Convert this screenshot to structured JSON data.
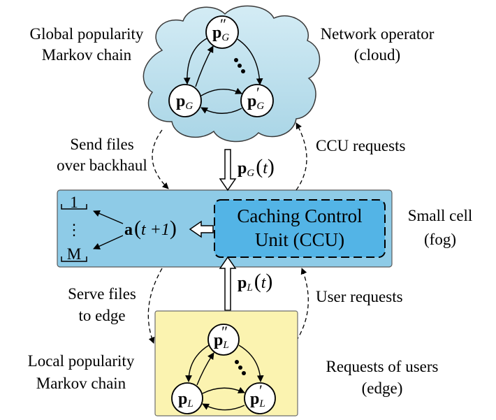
{
  "labels": {
    "global_chain_1": "Global popularity",
    "global_chain_2": "Markov chain",
    "network_operator_1": "Network operator",
    "network_operator_2": "(cloud)",
    "send_files_1": "Send files",
    "send_files_2": "over backhaul",
    "ccu_requests": "CCU requests",
    "small_cell_1": "Small cell",
    "small_cell_2": "(fog)",
    "serve_files_1": "Serve files",
    "serve_files_2": "to edge",
    "user_requests": "User requests",
    "local_chain_1": "Local popularity",
    "local_chain_2": "Markov chain",
    "requests_users_1": "Requests of users",
    "requests_users_2": "(edge)",
    "ccu_line_1": "Caching Control",
    "ccu_line_2": "Unit (CCU)",
    "cache_first": "1",
    "cache_dots": "⋮",
    "cache_last": "M"
  },
  "math": {
    "p_bold": "p",
    "a_bold": "a",
    "sub_G": "G",
    "sub_L": "L",
    "time_t": "t",
    "time_t_plus_1": "t +1",
    "double_prime": "″",
    "prime": "′"
  },
  "colors": {
    "cloud_fill": "#b7dcea",
    "small_cell_fill": "#7fc5e6",
    "ccu_fill": "#4fb3e6",
    "edge_fill": "#fbf3b0",
    "edge_stroke": "#6e6e6e"
  }
}
